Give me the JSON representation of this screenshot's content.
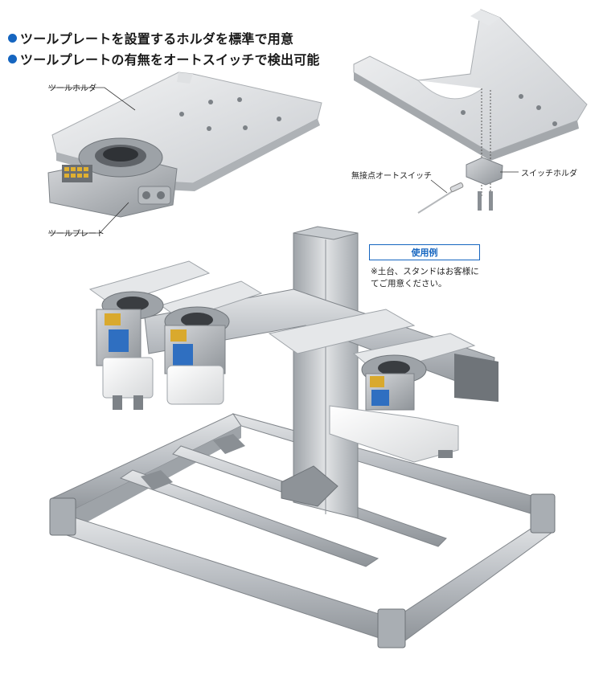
{
  "bullets": [
    "ツールプレートを設置するホルダを標準で用意",
    "ツールプレートの有無をオートスイッチで検出可能"
  ],
  "labels": {
    "tool_holder": "ツールホルダ",
    "tool_plate": "ツールプレート",
    "auto_switch": "無接点オートスイッチ",
    "switch_holder": "スイッチホルダ"
  },
  "usage_example": {
    "title": "使用例",
    "note_line1": "※土台、スタンドはお客様に",
    "note_line2": "てご用意ください。"
  },
  "colors": {
    "accent": "#1565c0"
  }
}
